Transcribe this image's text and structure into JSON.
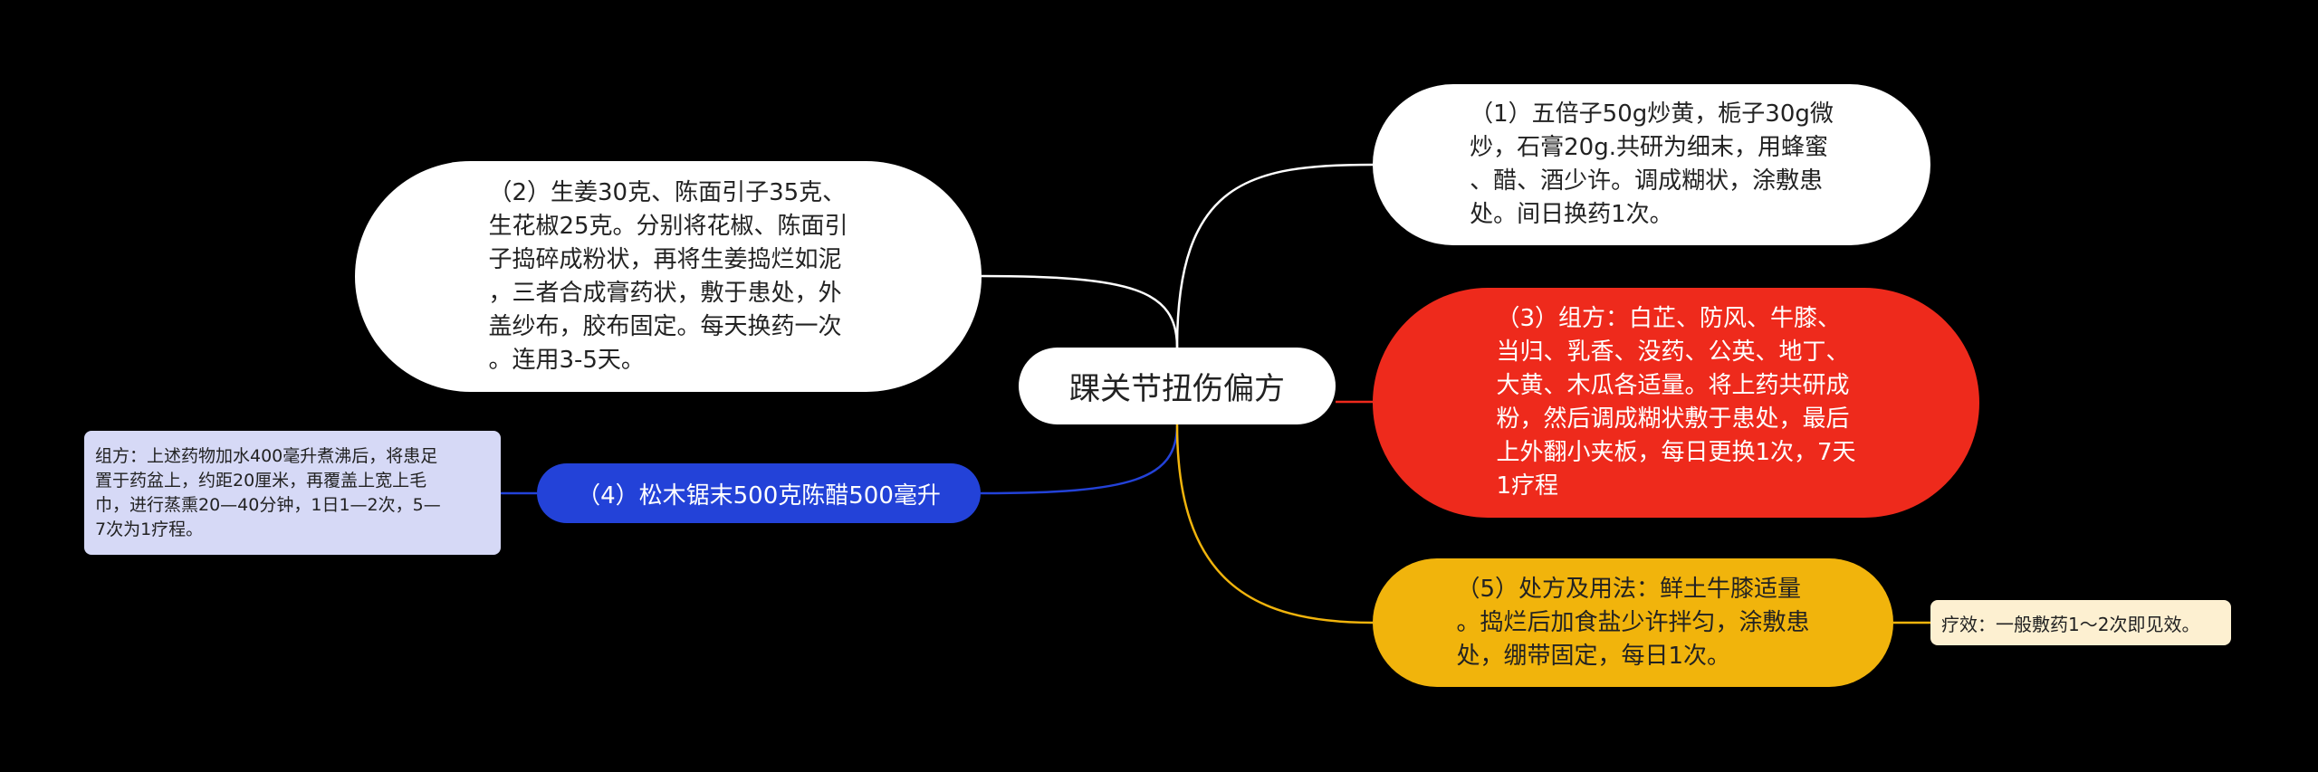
{
  "root": {
    "title": "踝关节扭伤偏方"
  },
  "branches": [
    {
      "id": "n1",
      "text": "（1）五倍子50g炒黄，栀子30g微\n炒，石膏20g.共研为细末，用蜂蜜\n、醋、酒少许。调成糊状，涂敷患\n处。间日换药1次。",
      "color": "#ffffff",
      "edge_color": "#ffffff"
    },
    {
      "id": "n2",
      "text": "（2）生姜30克、陈面引子35克、\n生花椒25克。分别将花椒、陈面引\n子捣碎成粉状，再将生姜捣烂如泥\n，三者合成膏药状，敷于患处，外\n盖纱布，胶布固定。每天换药一次\n。连用3-5天。",
      "color": "#ffffff",
      "edge_color": "#ffffff"
    },
    {
      "id": "n3",
      "text": "（3）组方：白芷、防风、牛膝、\n当归、乳香、没药、公英、地丁、\n大黄、木瓜各适量。将上药共研成\n粉，然后调成糊状敷于患处，最后\n上外翻小夹板，每日更换1次，7天\n1疗程",
      "color": "#ee2a1c",
      "edge_color": "#ee2a1c"
    },
    {
      "id": "n4",
      "text": "（4）松木锯末500克陈醋500毫升",
      "color": "#2342d8",
      "edge_color": "#2342d8",
      "detail": "组方：上述药物加水400毫升煮沸后，将患足\n置于药盆上，约距20厘米，再覆盖上宽上毛\n巾，进行蒸熏20—40分钟，1日1—2次，5—\n7次为1疗程。",
      "detail_color": "#d6d9f6"
    },
    {
      "id": "n5",
      "text": "（5）处方及用法：鲜土牛膝适量\n。捣烂后加食盐少许拌匀，涂敷患\n处，绷带固定，每日1次。",
      "color": "#f1b40c",
      "edge_color": "#f1b40c",
      "detail": "疗效：一般敷药1～2次即见效。",
      "detail_color": "#fdf0d1"
    }
  ]
}
